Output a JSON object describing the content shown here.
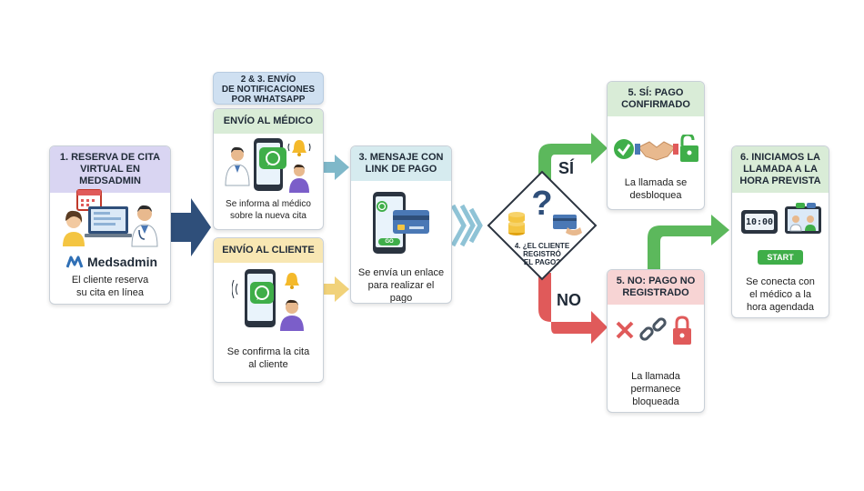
{
  "colors": {
    "purple_header": "#d9d5f2",
    "blue_header": "#cfe0f1",
    "green_header": "#d9ecd7",
    "yellow_header": "#f8e7b3",
    "teal_header": "#d6ebef",
    "red_header": "#f7d4d4",
    "green_arrow": "#5cb85c",
    "red_arrow": "#e05a5a",
    "navy_arrow": "#2f4f7a"
  },
  "steps": {
    "reserva": {
      "title_l1": "1. RESERVA DE CITA",
      "title_l2": "VIRTUAL EN MEDSADMIN",
      "brand": "Medsadmin",
      "text_l1": "El cliente reserva",
      "text_l2": "su cita en línea"
    },
    "envio_group": {
      "title_l1": "2 & 3. ENVÍO",
      "title_l2": "DE NOTIFICACIONES",
      "title_l3": "POR WHATSAPP"
    },
    "medico": {
      "title": "ENVÍO AL MÉDICO",
      "text_l1": "Se informa al médico",
      "text_l2": "sobre la nueva cita"
    },
    "cliente": {
      "title": "ENVÍO AL CLIENTE",
      "text_l1": "Se confirma la cita",
      "text_l2": "al cliente"
    },
    "mensaje": {
      "title_l1": "3. MENSAJE CON",
      "title_l2": "LINK DE PAGO",
      "go_label": "GO",
      "text_l1": "Se envía un enlace",
      "text_l2": "para realizar el",
      "text_l3": "pago"
    },
    "decision": {
      "text_l1": "4. ¿EL CLIENTE",
      "text_l2": "REGISTRÓ",
      "text_l3": "EL PAGO?",
      "yes_label": "SÍ",
      "no_label": "NO"
    },
    "si": {
      "title_l1": "5. SÍ: PAGO",
      "title_l2": "CONFIRMADO",
      "text_l1": "La llamada se",
      "text_l2": "desbloquea"
    },
    "no": {
      "title_l1": "5. NO: PAGO NO",
      "title_l2": "REGISTRADO",
      "text_l1": "La llamada",
      "text_l2": "permanece",
      "text_l3": "bloqueada"
    },
    "llamada": {
      "title_l1": "6. INICIAMOS LA",
      "title_l2": "LLAMADA A LA",
      "title_l3": "HORA PREVISTA",
      "clock": "10:00",
      "start": "START",
      "text_l1": "Se conecta con",
      "text_l2": "el médico a la",
      "text_l3": "hora agendada"
    }
  }
}
